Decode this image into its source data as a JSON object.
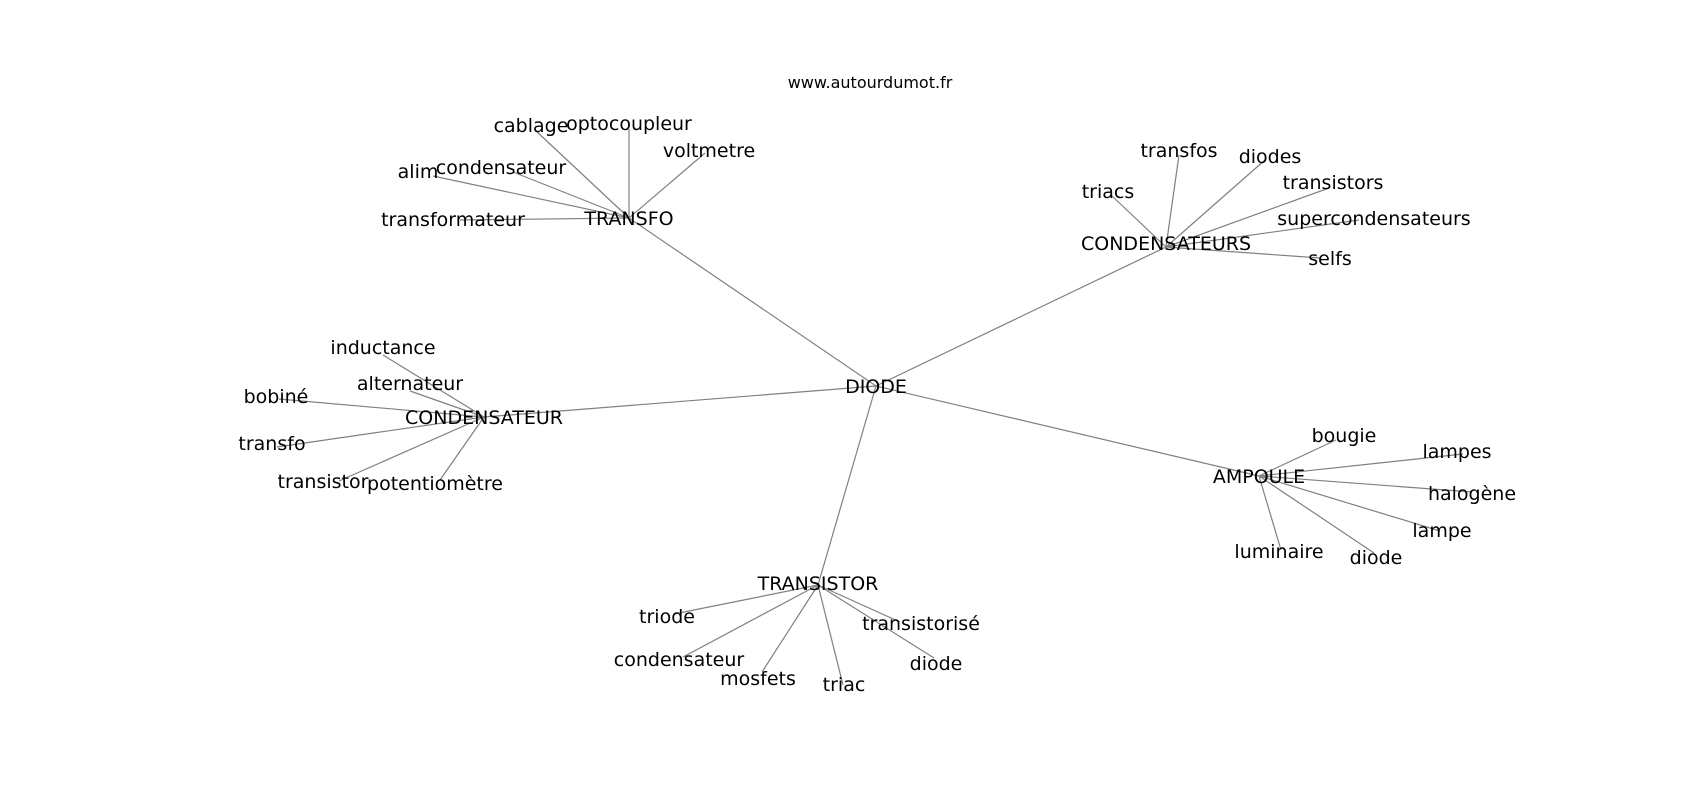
{
  "header": {
    "site": "www.autourdumot.fr"
  },
  "graph": {
    "center": "DIODE",
    "hubs": [
      {
        "id": "transfo",
        "label": "TRANSFO",
        "leaves": [
          "cablage",
          "optocoupleur",
          "voltmetre",
          "alim",
          "condensateur",
          "transformateur"
        ]
      },
      {
        "id": "condensateurs",
        "label": "CONDENSATEURS",
        "leaves": [
          "transfos",
          "diodes",
          "triacs",
          "transistors",
          "supercondensateurs",
          "selfs"
        ]
      },
      {
        "id": "condensateur",
        "label": "CONDENSATEUR",
        "leaves": [
          "inductance",
          "alternateur",
          "bobiné",
          "transfo",
          "transistor",
          "potentiomètre"
        ]
      },
      {
        "id": "ampoule",
        "label": "AMPOULE",
        "leaves": [
          "bougie",
          "lampes",
          "halogène",
          "lampe",
          "diode",
          "luminaire"
        ]
      },
      {
        "id": "transistor",
        "label": "TRANSISTOR",
        "leaves": [
          "triode",
          "condensateur",
          "mosfets",
          "triac",
          "transistorisé",
          "diode"
        ]
      }
    ]
  }
}
